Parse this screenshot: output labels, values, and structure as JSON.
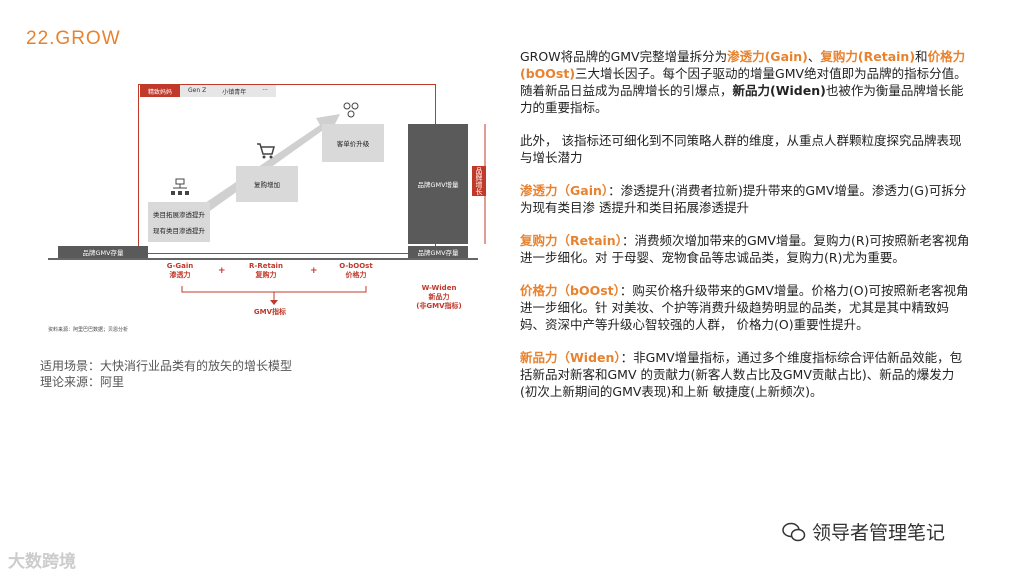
{
  "title": "22.GROW",
  "diagram": {
    "tabs": [
      "精致妈妈",
      "Gen Z",
      "小镇青年",
      "···"
    ],
    "box_cat_expand": "类目拓展渗透提升",
    "box_cat_existing": "现有类目渗透提升",
    "box_repurchase": "复购增加",
    "box_price_up": "客单价升级",
    "base_gmv_left": "品牌GMV存量",
    "brand_gmv_growth": "品牌GMV增量",
    "base_gmv_right": "品牌GMV存量",
    "brand_growth_label": "品牌增长",
    "factor_g": "G-Gain\n渗透力",
    "factor_r": "R-Retain\n复购力",
    "factor_o": "O-bOOst\n价格力",
    "gmv_indicator": "GMV指标",
    "factor_w": "W-Widen\n新品力\n(非GMV指标)",
    "plus": "+",
    "source": "资料来源：阿里巴巴数据；贝恩分析"
  },
  "scenario": {
    "line1": "适用场景：大快消行业品类有的放矢的增长模型",
    "line2": "理论来源：阿里"
  },
  "paragraphs": {
    "p1_a": "GROW将品牌的GMV完整增量拆分为",
    "p1_g": "渗透力(Gain)",
    "p1_b": "、",
    "p1_r": "复购力(Retain)",
    "p1_c": "和",
    "p1_o": "价格力(bOOst)",
    "p1_d": "三大增长因子。每个因子驱动的增量GMV绝对值即为品牌的指标分值。 随着新品日益成为品牌增长的引爆点，",
    "p1_w": "新品力(Widen)",
    "p1_e": "也被作为衡量品牌增长能力的重要指标。",
    "p2": "此外， 该指标还可细化到不同策略人群的维度，从重点人群颗粒度探究品牌表现与增长潜力",
    "p3_h": "渗透力（Gain）",
    "p3_t": "：渗透提升(消费者拉新)提升带来的GMV增量。渗透力(G)可拆分为现有类目渗 透提升和类目拓展渗透提升",
    "p4_h": "复购力（Retain）",
    "p4_t": "：消费频次增加带来的GMV增量。复购力(R)可按照新老客视角进一步细化。对 于母婴、宠物食品等忠诚品类，复购力(R)尤为重要。",
    "p5_h": "价格力（bOOst）",
    "p5_t": "：购买价格升级带来的GMV增量。价格力(O)可按照新老客视角进一步细化。针 对美妆、个护等消费升级趋势明显的品类，尤其是其中精致妈妈、资深中产等升级心智较强的人群， 价格力(O)重要性提升。",
    "p6_h": "新品力（Widen）",
    "p6_t": "：非GMV增量指标，通过多个维度指标综合评估新品效能，包括新品对新客和GMV 的贡献力(新客人数占比及GMV贡献占比)、新品的爆发力(初次上新期间的GMV表现)和上新 敏捷度(上新频次)。"
  },
  "watermark": {
    "wechat": "领导者管理笔记",
    "brand": "大数跨境"
  },
  "colors": {
    "accent": "#e8822e",
    "red": "#c0392b",
    "dark_gray": "#5a5a5a"
  }
}
